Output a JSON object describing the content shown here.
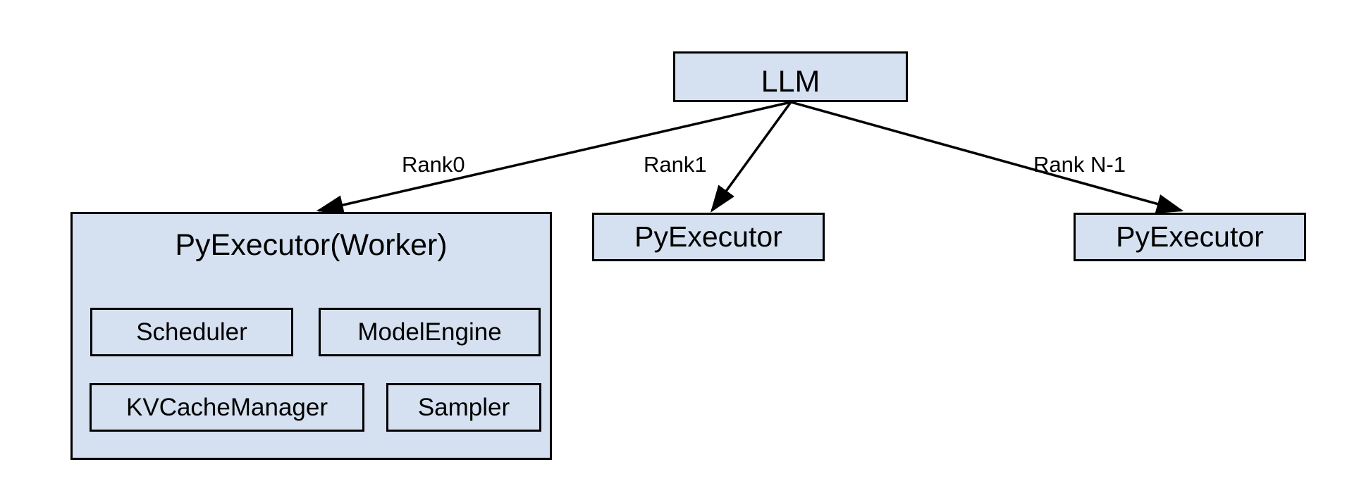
{
  "diagram": {
    "title": "LLM PyExecutor rank topology",
    "background_color": "#ffffff",
    "node_fill_color": "#d5e0f0",
    "node_border_color": "#000000",
    "text_color": "#000000"
  },
  "nodes": {
    "root": {
      "label": "LLM"
    },
    "worker": {
      "label": "PyExecutor(Worker)",
      "components": [
        {
          "label": "Scheduler"
        },
        {
          "label": "ModelEngine"
        },
        {
          "label": "KVCacheManager"
        },
        {
          "label": "Sampler"
        }
      ]
    },
    "rank1": {
      "label": "PyExecutor"
    },
    "rankn": {
      "label": "PyExecutor"
    }
  },
  "edges": [
    {
      "from": "LLM",
      "to": "PyExecutor(Worker)",
      "label": "Rank0"
    },
    {
      "from": "LLM",
      "to": "PyExecutor",
      "label": "Rank1"
    },
    {
      "from": "LLM",
      "to": "PyExecutor",
      "label": "Rank N-1"
    }
  ]
}
